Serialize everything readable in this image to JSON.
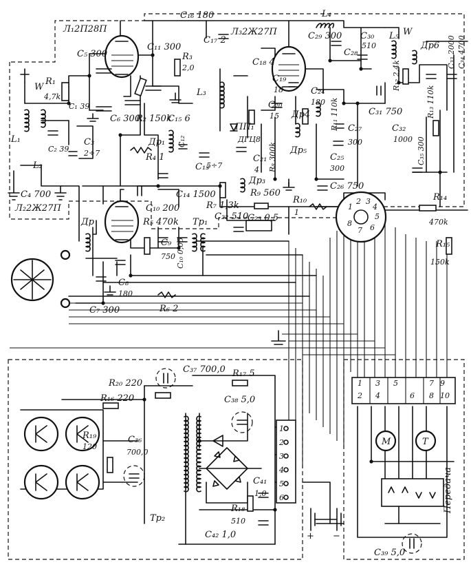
{
  "diagram": {
    "tubes": {
      "l1": "Л₁2П28П",
      "l2": "Л₂2Ж27П",
      "l3": "Л₃2Ж27П"
    },
    "labels": {
      "c16": "C₁₆ 180",
      "l4": "L₄",
      "c29": "C₂₉ 300",
      "c30": "C₃₀",
      "c30v": "510",
      "l5": "L₅",
      "w_top": "W",
      "dr6": "Др6",
      "c33": "C₃₃ 2000",
      "c34": "C₃₄ 4700",
      "c17": "C₁₇ 2",
      "c18": "C₁₈ 4",
      "c28": "C₂₈",
      "c5": "C₅ 300",
      "c11": "C₁₁ 300",
      "r3": "R₃",
      "r3v": "2,0",
      "w_left": "W",
      "r1": "R₁",
      "r1v": "4,7k",
      "c1": "C₁ 39",
      "c2": "C₂ 39",
      "c3": "C₃",
      "c3v": "2÷7",
      "l1": "L₁",
      "l2": "L₂",
      "c4": "C₄ 700",
      "c6": "C₆ 300",
      "r2": "R₂ 150k",
      "c15": "C₁₅ 6",
      "l3": "L₃",
      "pp1": "ПП₁",
      "dg": "ДГЦ8",
      "c19": "C₁₉",
      "c19v": "18",
      "c20": "C₂₀",
      "c20v": "15",
      "c24": "C₂₄",
      "c24v": "180",
      "dr4": "Др4",
      "r11": "R₁₁ 110k",
      "c27": "C₂₇",
      "c27v": "300",
      "r12": "R₁₂ 2,4k",
      "c31": "C₃₁ 750",
      "r13": "R₁₃ 110k",
      "c32": "C₃₂",
      "c32v": "1000",
      "c35": "C₃₅ 300",
      "dr1": "Др₁",
      "r4": "R₄ 1",
      "c12": "C₁₂",
      "c13": "C₁₃",
      "c13v": "5÷7",
      "c21": "C₂₁",
      "c21v": "4",
      "r8": "R₈ 300k",
      "dr5": "Др₅",
      "c25": "C₂₅",
      "c25v": "300",
      "c26": "C₂₆ 750",
      "c14": "C₁₄ 1500",
      "r7": "R₇ 1,3k",
      "dr3": "Др₃",
      "r9": "R₉ 560",
      "c10": "C₁₀ 200",
      "c22": "C₂₂ 510",
      "c23": "C₂₃ 0,5",
      "r10": "R₁₀",
      "r10v": "1",
      "r14": "R₁₄",
      "r14v": "470k",
      "r5": "R₅ 470k",
      "tr1": "Tp₁",
      "dr": "Др",
      "c9": "C₉",
      "c9v": "750",
      "c10b": "C₁₀ 0,05",
      "r15": "R₁₅",
      "r15v": "150k",
      "c8": "C₈",
      "c8v": "180",
      "c7": "C₇ 300",
      "r6": "R₆ 2",
      "c37": "C₃₇ 700,0",
      "r17": "R₁₇ 5",
      "r20": "R₂₀ 220",
      "r16": "R₁₆ 220",
      "c38": "C₃₈ 5,0",
      "r19": "R₁₉",
      "r19v": "120",
      "c36": "C₃₆",
      "c36v": "700,0",
      "c41": "C₄₁",
      "c41v": "1,0",
      "r18": "R₁₈",
      "r18v": "510",
      "tr2": "Tp₂",
      "c42": "C₄₂ 1,0",
      "c39": "C₃₉ 5,0",
      "m": "M",
      "t": "T",
      "tx": "Передача",
      "plus": "+",
      "minus": "−"
    },
    "connector_pins_left": [
      "1",
      "2",
      "3",
      "4",
      "5",
      "6"
    ],
    "connector_pins_right": [
      "1",
      "2",
      "3",
      "4",
      "5",
      "6",
      "7",
      "8",
      "9",
      "10"
    ],
    "octal_pins": [
      "1",
      "2",
      "3",
      "4",
      "5",
      "6",
      "7",
      "8"
    ]
  }
}
